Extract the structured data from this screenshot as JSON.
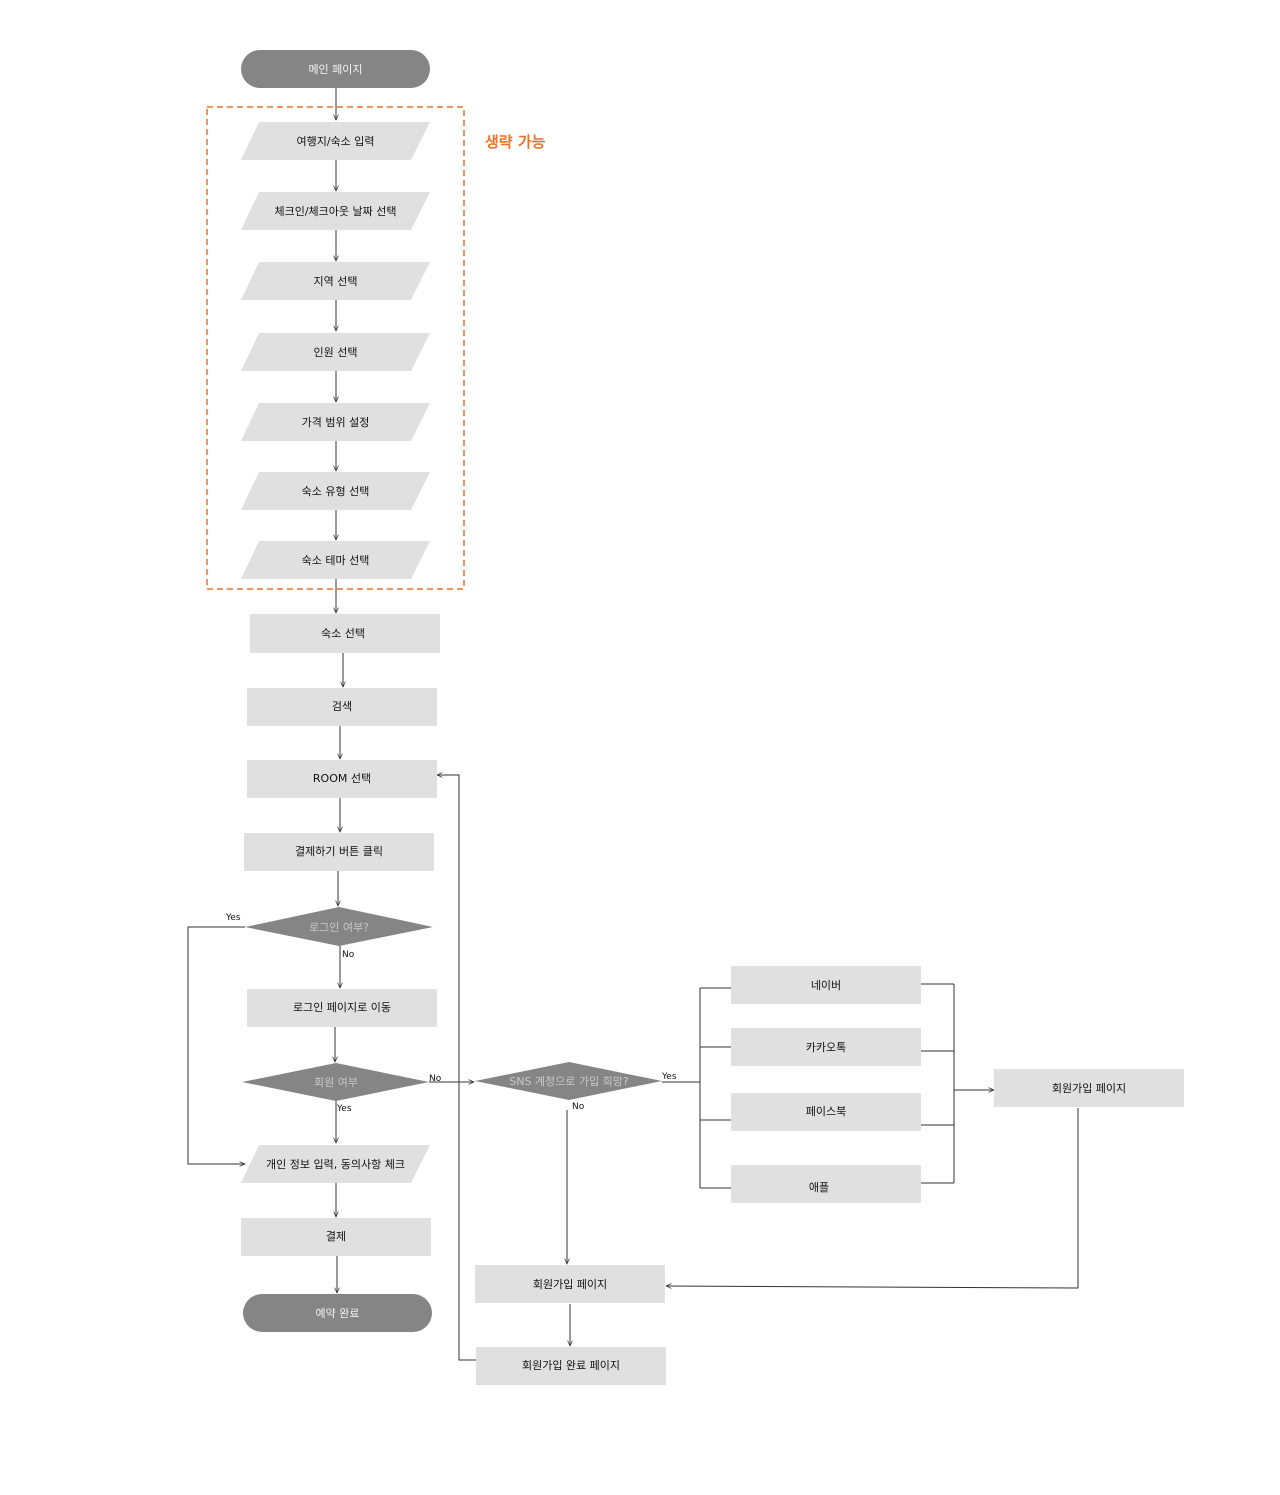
{
  "nodes": {
    "main_page": "메인 페이지",
    "destination_input": "여행지/숙소 입력",
    "date_select": "체크인/체크아웃 날짜 선택",
    "region_select": "지역 선택",
    "guest_select": "인원 선택",
    "price_range": "가격 범위 설정",
    "stay_type": "숙소 유형 선택",
    "stay_theme": "숙소 테마 선택",
    "stay_select": "숙소 선택",
    "search": "검색",
    "room_select": "ROOM 선택",
    "pay_button_click": "결제하기 버튼 클릭",
    "login_check": "로그인 여부?",
    "go_login_page": "로그인 페이지로 이동",
    "member_check": "회원 여부",
    "personal_info": "개인 정보 입력, 동의사항 체크",
    "payment": "결제",
    "reservation_done": "예약 완료",
    "sns_signup_check": "SNS 계정으로 가입 희망?",
    "naver": "네이버",
    "kakao": "카카오톡",
    "facebook": "페이스북",
    "apple": "애플",
    "signup_page_right": "회원가입 페이지",
    "signup_page": "회원가입 페이지",
    "signup_done_page": "회원가입 완료 페이지"
  },
  "edge_labels": {
    "login_yes": "Yes",
    "login_no": "No",
    "member_yes": "Yes",
    "member_no": "No",
    "sns_yes": "Yes",
    "sns_no": "No"
  },
  "annotation": "생략 가능",
  "colors": {
    "node_fill": "#e0e0e0",
    "terminal_fill": "#858585",
    "decision_fill": "#858585",
    "dashed_group": "#e8742a",
    "annotation": "#e8742a",
    "line": "#333333"
  }
}
